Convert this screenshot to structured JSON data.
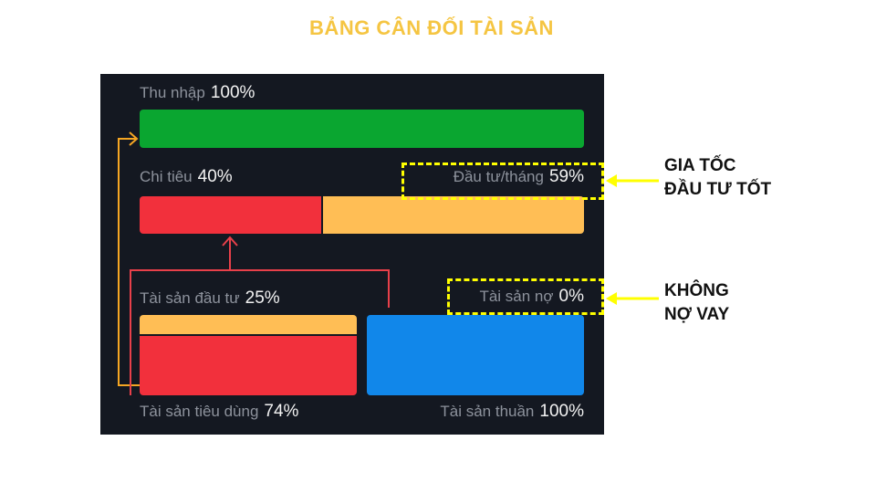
{
  "title": "BẢNG CÂN ĐỐI TÀI SẢN",
  "income": {
    "label": "Thu nhập",
    "value": "100%",
    "color": "#0aa630"
  },
  "expense": {
    "label": "Chi tiêu",
    "value": "40%",
    "color": "#f2303c"
  },
  "invest_monthly": {
    "label": "Đầu tư/tháng",
    "value": "59%",
    "color": "#ffbe55"
  },
  "invest_assets": {
    "label": "Tài sản đầu tư",
    "value": "25%",
    "color": "#ffbe55"
  },
  "liabilities": {
    "label": "Tài sản nợ",
    "value": "0%"
  },
  "consumer_assets": {
    "label": "Tài sản tiêu dùng",
    "value": "74%",
    "color": "#f2303c"
  },
  "net_assets": {
    "label": "Tài sản thuần",
    "value": "100%",
    "color": "#1187ea"
  },
  "annotations": {
    "investment_note": [
      "GIA TỐC",
      "ĐẦU TƯ TỐT"
    ],
    "debt_note": [
      "KHÔNG",
      "NỢ VAY"
    ]
  },
  "colors": {
    "panel_bg": "#141821",
    "title": "#f5c542",
    "highlight": "#ffff00",
    "flow_orange": "#f5a623",
    "flow_red": "#e8404a"
  }
}
